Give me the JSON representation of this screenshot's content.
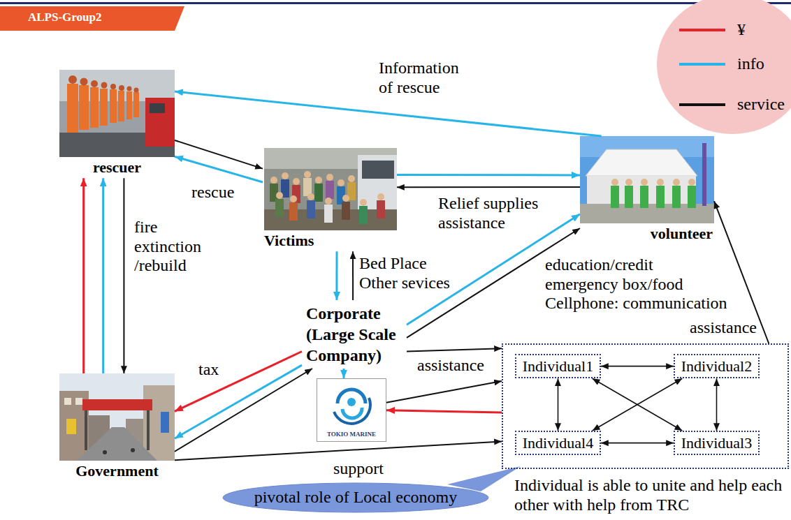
{
  "diagram": {
    "title": "ALPS-Group2",
    "nodes": [
      {
        "text": [
          "rescuer"
        ]
      },
      {
        "text": [
          "Victims"
        ]
      },
      {
        "text": [
          "volunteer"
        ]
      },
      {
        "text": [
          "Corporate (Large Scale Company)"
        ]
      },
      {
        "text": [
          "Government"
        ]
      },
      {
        "text": [
          "TOKIO MARINE"
        ]
      },
      {
        "text": [
          "Individual is able to unite and help each other with help from TRC"
        ]
      },
      {
        "text": [
          "Individual1"
        ],
        "in": 6
      },
      {
        "text": [
          "Individual2"
        ],
        "in": 6
      },
      {
        "text": [
          "Individual4"
        ],
        "in": 6
      },
      {
        "text": [
          "Individual3"
        ],
        "in": 6
      },
      {
        "text": [
          "pivotal role of Local economy"
        ]
      }
    ],
    "edges": [
      {
        "from": 2,
        "to": 0,
        "arrow": "to",
        "label": "Information of rescue"
      },
      {
        "from": 0,
        "to": 1,
        "arrow": "to"
      },
      {
        "from": 1,
        "to": 0,
        "arrow": "to",
        "label": "rescue"
      },
      {
        "from": 1,
        "to": 2,
        "arrow": "to"
      },
      {
        "from": 2,
        "to": 1,
        "arrow": "to",
        "label": "Relief supplies assistance"
      },
      {
        "from": 1,
        "to": 3,
        "arrow": "to"
      },
      {
        "from": 3,
        "to": 1,
        "arrow": "to",
        "label": "Bed Place Other sevices"
      },
      {
        "from": 3,
        "to": 2,
        "arrow": "to"
      },
      {
        "from": 3,
        "to": 2,
        "arrow": "to",
        "label": "education/credit emergency box/food Cellphone: communication"
      },
      {
        "from": 3,
        "to": 6,
        "arrow": "to"
      },
      {
        "from": 6,
        "to": 2,
        "arrow": "to",
        "label": "assistance"
      },
      {
        "from": 5,
        "to": 6,
        "arrow": "to",
        "label": "assistance"
      },
      {
        "from": 6,
        "to": 5,
        "arrow": "to"
      },
      {
        "from": 3,
        "to": 5,
        "arrow": "to"
      },
      {
        "from": 4,
        "to": 0,
        "arrow": "to"
      },
      {
        "from": 4,
        "to": 0,
        "arrow": "to"
      },
      {
        "from": 0,
        "to": 4,
        "arrow": "to",
        "label": "fire extinction /rebuild"
      },
      {
        "from": 3,
        "to": 4,
        "arrow": "to",
        "label": "tax"
      },
      {
        "from": 3,
        "to": 4,
        "arrow": "to"
      },
      {
        "from": 4,
        "to": 3,
        "arrow": "to"
      },
      {
        "from": 4,
        "to": 6,
        "arrow": "to",
        "label": "support"
      },
      {
        "from": 7,
        "to": 8,
        "arrow": "both"
      },
      {
        "from": 7,
        "to": 9,
        "arrow": "both"
      },
      {
        "from": 8,
        "to": 10,
        "arrow": "both"
      },
      {
        "from": 9,
        "to": 10,
        "arrow": "both"
      },
      {
        "from": 7,
        "to": 10,
        "arrow": "both"
      },
      {
        "from": 8,
        "to": 9,
        "arrow": "both"
      }
    ],
    "legend": [
      {
        "text": "¥"
      },
      {
        "text": "info"
      },
      {
        "text": "service"
      }
    ]
  }
}
